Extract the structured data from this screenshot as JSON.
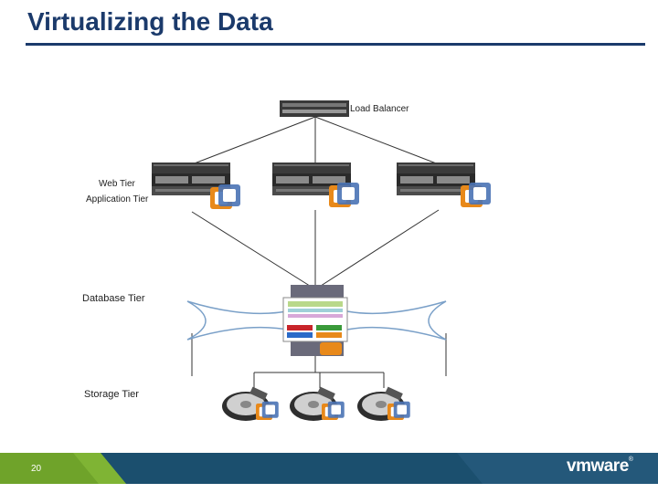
{
  "slide": {
    "title": "Virtualizing the Data",
    "page_number": "20"
  },
  "labels": {
    "load_balancer": "Load Balancer",
    "web_tier": "Web Tier",
    "application_tier": "Application Tier",
    "database_tier": "Database Tier",
    "storage_tier": "Storage Tier"
  },
  "logo": {
    "text": "vmware",
    "mark": "®"
  },
  "icons": {
    "server": "rack-server-icon",
    "vm": "vmware-vm-icon",
    "disk": "hard-disk-icon",
    "cloud": "network-cloud-icon",
    "switch": "load-balancer-icon"
  },
  "colors": {
    "title": "#1b3a6b",
    "footer_dark": "#1b4f6e",
    "footer_green": "#6fa32a",
    "vm_orange": "#e8891a",
    "vm_blue": "#4a73b5"
  }
}
